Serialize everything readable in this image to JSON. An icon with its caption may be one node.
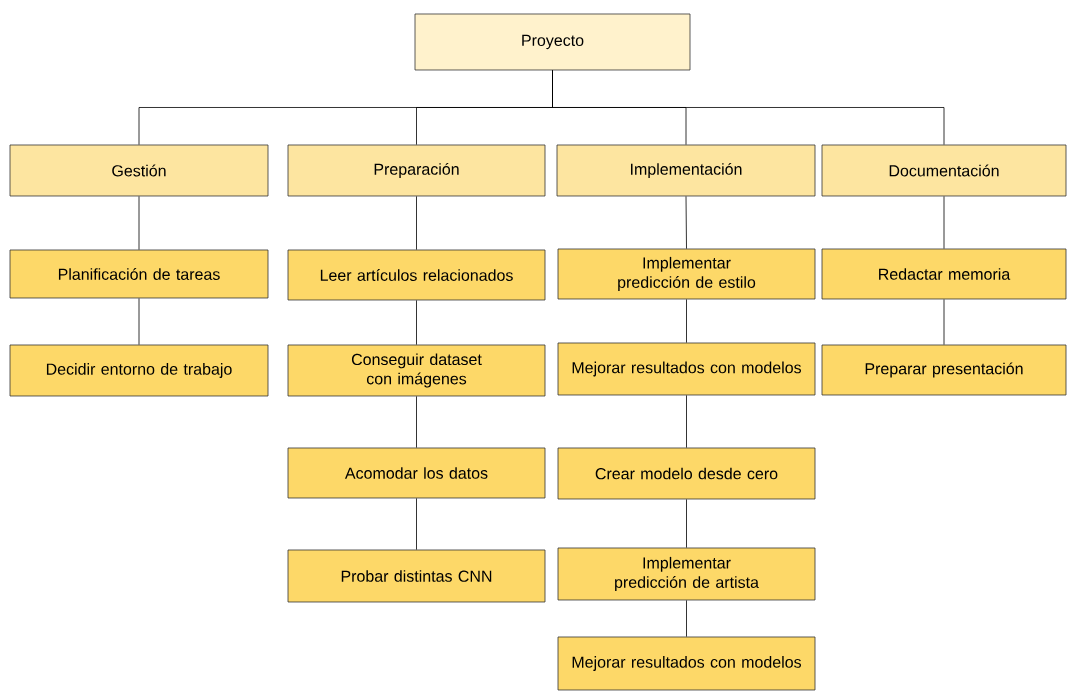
{
  "diagram": {
    "nodes": [
      {
        "text": [
          "Proyecto"
        ]
      },
      {
        "text": [
          "Gestión"
        ]
      },
      {
        "text": [
          "Preparación"
        ]
      },
      {
        "text": [
          "Implementación"
        ]
      },
      {
        "text": [
          "Documentación"
        ]
      },
      {
        "text": [
          "Planificación de tareas"
        ]
      },
      {
        "text": [
          "Decidir entorno de trabajo"
        ]
      },
      {
        "text": [
          "Leer artículos relacionados"
        ]
      },
      {
        "text": [
          "Conseguir dataset con imágenes"
        ]
      },
      {
        "text": [
          "Acomodar los datos"
        ]
      },
      {
        "text": [
          "Probar distintas CNN"
        ]
      },
      {
        "text": [
          "Implementar predicción de estilo"
        ]
      },
      {
        "text": [
          "Mejorar resultados con modelos"
        ]
      },
      {
        "text": [
          "Crear modelo desde cero"
        ]
      },
      {
        "text": [
          "Implementar predicción de artista"
        ]
      },
      {
        "text": [
          "Mejorar resultados con modelos"
        ]
      },
      {
        "text": [
          "Redactar memoria"
        ]
      },
      {
        "text": [
          "Preparar presentación"
        ]
      }
    ],
    "edges": [
      {
        "from": 0,
        "to": 1,
        "arrow": "none"
      },
      {
        "from": 0,
        "to": 2,
        "arrow": "none"
      },
      {
        "from": 0,
        "to": 3,
        "arrow": "none"
      },
      {
        "from": 0,
        "to": 4,
        "arrow": "none"
      },
      {
        "from": 1,
        "to": 5,
        "arrow": "none"
      },
      {
        "from": 5,
        "to": 6,
        "arrow": "none"
      },
      {
        "from": 2,
        "to": 7,
        "arrow": "none"
      },
      {
        "from": 7,
        "to": 8,
        "arrow": "none"
      },
      {
        "from": 8,
        "to": 9,
        "arrow": "none"
      },
      {
        "from": 9,
        "to": 10,
        "arrow": "none"
      },
      {
        "from": 3,
        "to": 11,
        "arrow": "none"
      },
      {
        "from": 11,
        "to": 12,
        "arrow": "none"
      },
      {
        "from": 12,
        "to": 13,
        "arrow": "none"
      },
      {
        "from": 13,
        "to": 14,
        "arrow": "none"
      },
      {
        "from": 14,
        "to": 15,
        "arrow": "none"
      },
      {
        "from": 4,
        "to": 16,
        "arrow": "none"
      },
      {
        "from": 16,
        "to": 17,
        "arrow": "none"
      }
    ]
  }
}
